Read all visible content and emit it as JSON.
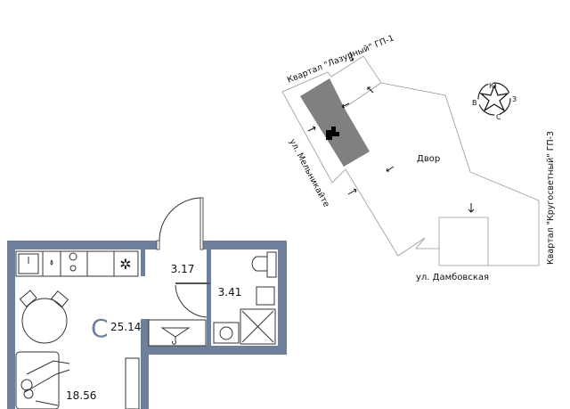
{
  "colors": {
    "wall": "#6e7f9c",
    "building": "#808080",
    "ink": "#111111"
  },
  "plan": {
    "rooms": [
      {
        "name": "hall",
        "area": "3.17"
      },
      {
        "name": "bathroom",
        "area": "3.41"
      },
      {
        "name": "studio",
        "area": "25.14",
        "type_letter": "С"
      },
      {
        "name": "living",
        "area": "18.56"
      }
    ]
  },
  "site": {
    "labels": {
      "north_block": "Квартал \"Лазурный\" ГП-1",
      "street_west": "ул. Мельникайте",
      "yard": "Двор",
      "street_south": "ул. Дамбовская",
      "east_block": "Квартал \"Кругосветный\" ГП-3"
    },
    "compass": {
      "top": "Ю",
      "right": "З",
      "bottom": "С",
      "left": "В"
    }
  }
}
